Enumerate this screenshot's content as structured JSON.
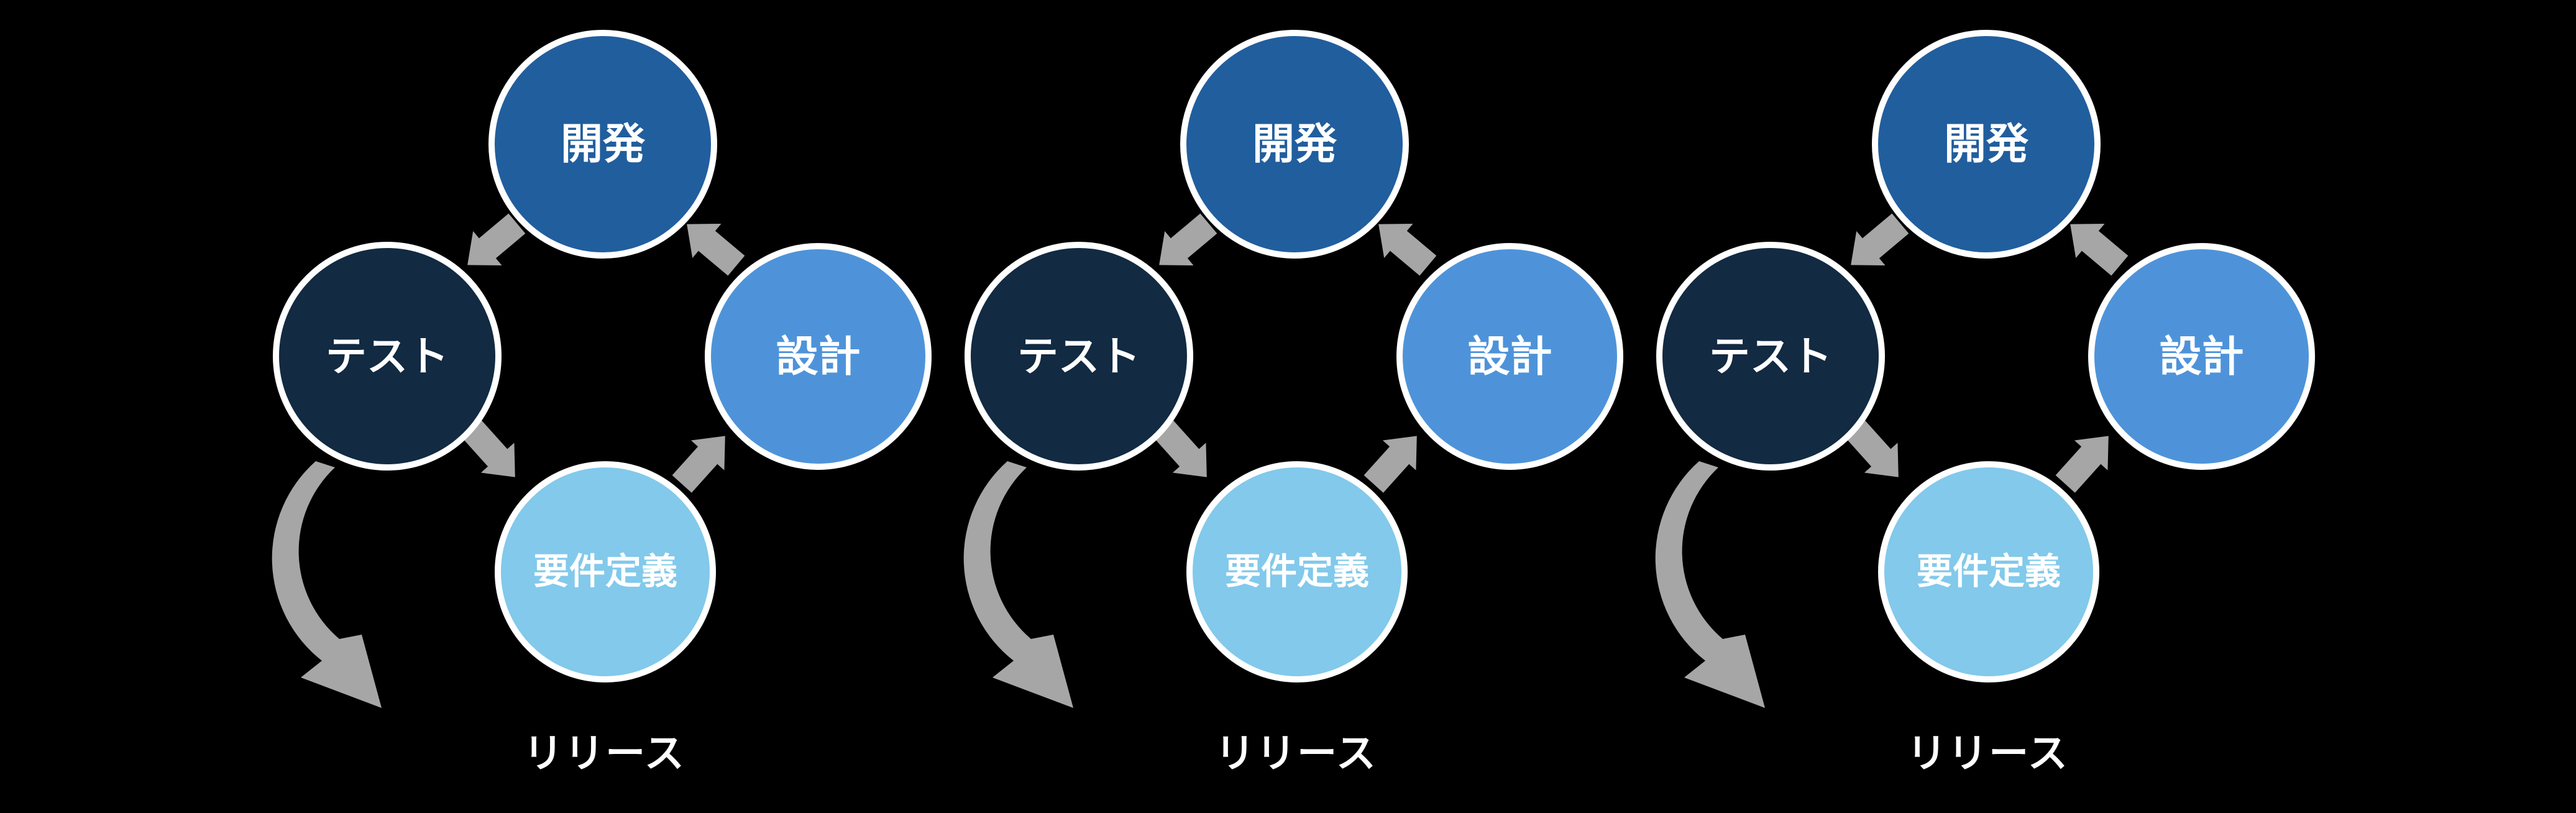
{
  "colors": {
    "background": "#000000",
    "development": "#215E9E",
    "test": "#122A42",
    "design": "#4E93D9",
    "requirements": "#82C9EB",
    "arrow": "#A6A6A6",
    "stroke": "#FFFFFF",
    "label_text": "#FFFFFF"
  },
  "groups": [
    {
      "nodes": {
        "development": "開発",
        "test": "テスト",
        "design": "設計",
        "requirements": "要件定義"
      },
      "release_label": "リリース"
    },
    {
      "nodes": {
        "development": "開発",
        "test": "テスト",
        "design": "設計",
        "requirements": "要件定義"
      },
      "release_label": "リリース"
    },
    {
      "nodes": {
        "development": "開発",
        "test": "テスト",
        "design": "設計",
        "requirements": "要件定義"
      },
      "release_label": "リリース"
    }
  ]
}
